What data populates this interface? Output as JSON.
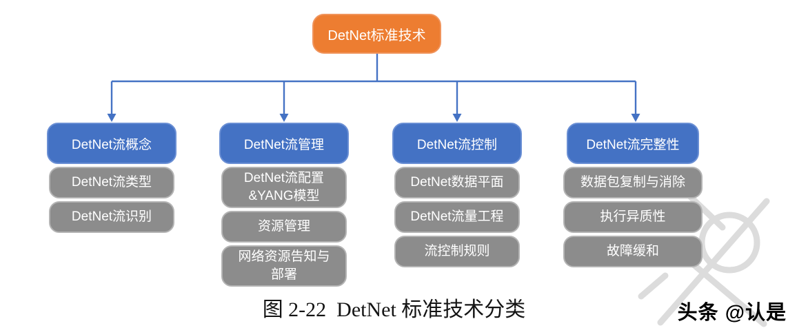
{
  "colors": {
    "root_fill": "#ED7D31",
    "header_fill": "#4472C4",
    "item_fill": "#8C8C8C",
    "connector": "#4472C4"
  },
  "diagram": {
    "root_label": "DetNet标准技术",
    "columns": [
      {
        "header": "DetNet流概念",
        "items": [
          "DetNet流类型",
          "DetNet流识别"
        ]
      },
      {
        "header": "DetNet流管理",
        "items": [
          "DetNet流配置\n&YANG模型",
          "资源管理",
          "网络资源告知与\n部署"
        ]
      },
      {
        "header": "DetNet流控制",
        "items": [
          "DetNet数据平面",
          "DetNet流量工程",
          "流控制规则"
        ]
      },
      {
        "header": "DetNet流完整性",
        "items": [
          "数据包复制与消除",
          "执行异质性",
          "故障缓和"
        ]
      }
    ]
  },
  "caption": "图 2-22  DetNet 标准技术分类",
  "watermark": {
    "attribution": "头条 @认是"
  }
}
